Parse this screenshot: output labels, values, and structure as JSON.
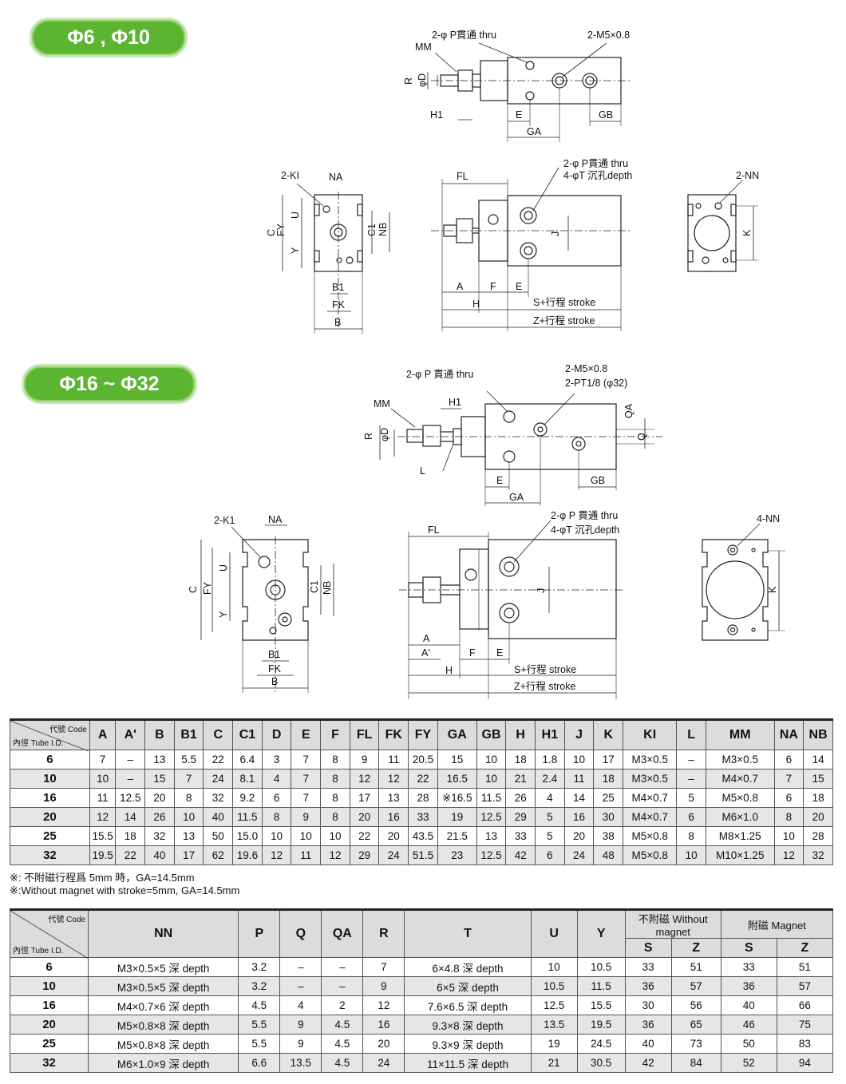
{
  "badges": {
    "small": "Φ6 , Φ10",
    "large": "Φ16 ~ Φ32"
  },
  "drawing_small": {
    "top": {
      "p_thru": "2-φ P貫通 thru",
      "m5": "2-M5×0.8",
      "mm": "MM",
      "r": "R",
      "phid": "φD",
      "h1": "H1",
      "e": "E",
      "ga": "GA",
      "gb": "GB"
    },
    "end": {
      "ki": "2-KI",
      "na": "NA",
      "c": "C",
      "fy": "FY",
      "u": "U",
      "y": "Y",
      "c1": "C1",
      "nb": "NB",
      "b1": "B1",
      "fk": "FK",
      "b": "B"
    },
    "side": {
      "fl": "FL",
      "p_thru": "2-φ P貫通 thru",
      "t_depth": "4-φT 沉孔depth",
      "j": "J",
      "a": "A",
      "f": "F",
      "e": "E",
      "h": "H",
      "s": "S+行程 stroke",
      "z": "Z+行程 stroke"
    },
    "rear": {
      "nn": "2-NN",
      "k": "K"
    }
  },
  "drawing_large": {
    "top": {
      "p_thru": "2-φ P 貫通 thru",
      "m5": "2-M5×0.8",
      "pt": "2-PT1/8 (φ32)",
      "mm": "MM",
      "h1": "H1",
      "r": "R",
      "phid": "φD",
      "l": "L",
      "qa": "QA",
      "q": "Q",
      "e": "E",
      "ga": "GA",
      "gb": "GB"
    },
    "end": {
      "k1": "2-K1",
      "na": "NA",
      "c": "C",
      "fy": "FY",
      "u": "U",
      "y": "Y",
      "c1": "C1",
      "nb": "NB",
      "b1": "B1",
      "fk": "FK",
      "b": "B"
    },
    "side": {
      "fl": "FL",
      "p_thru": "2-φ P 貫通 thru",
      "t_depth": "4-φT 沉孔depth",
      "j": "J",
      "a": "A",
      "a2": "A'",
      "f": "F",
      "e": "E",
      "h": "H",
      "s": "S+行程 stroke",
      "z": "Z+行程 stroke"
    },
    "rear": {
      "nn": "4-NN",
      "k": "K"
    }
  },
  "table1": {
    "corner_top": "代號 Code",
    "corner_bottom": "內徑 Tube I.D.",
    "headers": [
      "A",
      "A'",
      "B",
      "B1",
      "C",
      "C1",
      "D",
      "E",
      "F",
      "FL",
      "FK",
      "FY",
      "GA",
      "GB",
      "H",
      "H1",
      "J",
      "K",
      "KI",
      "L",
      "MM",
      "NA",
      "NB"
    ],
    "rows": [
      [
        "6",
        "7",
        "–",
        "13",
        "5.5",
        "22",
        "6.4",
        "3",
        "7",
        "8",
        "9",
        "11",
        "20.5",
        "15",
        "10",
        "18",
        "1.8",
        "10",
        "17",
        "M3×0.5",
        "–",
        "M3×0.5",
        "6",
        "14"
      ],
      [
        "10",
        "10",
        "–",
        "15",
        "7",
        "24",
        "8.1",
        "4",
        "7",
        "8",
        "12",
        "12",
        "22",
        "16.5",
        "10",
        "21",
        "2.4",
        "11",
        "18",
        "M3×0.5",
        "–",
        "M4×0.7",
        "7",
        "15"
      ],
      [
        "16",
        "11",
        "12.5",
        "20",
        "8",
        "32",
        "9.2",
        "6",
        "7",
        "8",
        "17",
        "13",
        "28",
        "※16.5",
        "11.5",
        "26",
        "4",
        "14",
        "25",
        "M4×0.7",
        "5",
        "M5×0.8",
        "6",
        "18"
      ],
      [
        "20",
        "12",
        "14",
        "26",
        "10",
        "40",
        "11.5",
        "8",
        "9",
        "8",
        "20",
        "16",
        "33",
        "19",
        "12.5",
        "29",
        "5",
        "16",
        "30",
        "M4×0.7",
        "6",
        "M6×1.0",
        "8",
        "20"
      ],
      [
        "25",
        "15.5",
        "18",
        "32",
        "13",
        "50",
        "15.0",
        "10",
        "10",
        "10",
        "22",
        "20",
        "43.5",
        "21.5",
        "13",
        "33",
        "5",
        "20",
        "38",
        "M5×0.8",
        "8",
        "M8×1.25",
        "10",
        "28"
      ],
      [
        "32",
        "19.5",
        "22",
        "40",
        "17",
        "62",
        "19.6",
        "12",
        "11",
        "12",
        "29",
        "24",
        "51.5",
        "23",
        "12.5",
        "42",
        "6",
        "24",
        "48",
        "M5×0.8",
        "10",
        "M10×1.25",
        "12",
        "32"
      ]
    ]
  },
  "notes": [
    "※: 不附磁行程爲 5mm 時，GA=14.5mm",
    "※:Without magnet with stroke=5mm, GA=14.5mm"
  ],
  "table2": {
    "corner_top": "代號 Code",
    "corner_bottom": "內徑 Tube I.D.",
    "headers": [
      "NN",
      "P",
      "Q",
      "QA",
      "R",
      "T",
      "U",
      "Y"
    ],
    "group_without": "不附磁 Without magnet",
    "group_with": "附磁 Magnet",
    "sub_headers": [
      "S",
      "Z",
      "S",
      "Z"
    ],
    "rows": [
      [
        "6",
        "M3×0.5×5 深 depth",
        "3.2",
        "–",
        "–",
        "7",
        "6×4.8 深 depth",
        "10",
        "10.5",
        "33",
        "51",
        "33",
        "51"
      ],
      [
        "10",
        "M3×0.5×5 深 depth",
        "3.2",
        "–",
        "–",
        "9",
        "6×5 深 depth",
        "10.5",
        "11.5",
        "36",
        "57",
        "36",
        "57"
      ],
      [
        "16",
        "M4×0.7×6 深 depth",
        "4.5",
        "4",
        "2",
        "12",
        "7.6×6.5 深 depth",
        "12.5",
        "15.5",
        "30",
        "56",
        "40",
        "66"
      ],
      [
        "20",
        "M5×0.8×8 深 depth",
        "5.5",
        "9",
        "4.5",
        "16",
        "9.3×8 深 depth",
        "13.5",
        "19.5",
        "36",
        "65",
        "46",
        "75"
      ],
      [
        "25",
        "M5×0.8×8 深 depth",
        "5.5",
        "9",
        "4.5",
        "20",
        "9.3×9 深 depth",
        "19",
        "24.5",
        "40",
        "73",
        "50",
        "83"
      ],
      [
        "32",
        "M6×1.0×9 深 depth",
        "6.6",
        "13.5",
        "4.5",
        "24",
        "11×11.5 深 depth",
        "21",
        "30.5",
        "42",
        "84",
        "52",
        "94"
      ]
    ]
  }
}
